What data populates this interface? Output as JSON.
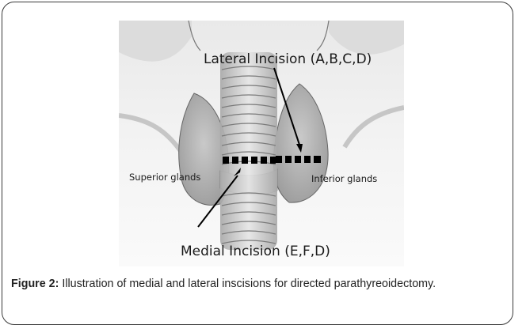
{
  "figure": {
    "labels": {
      "lateral_incision": "Lateral Incision (A,B,C,D)",
      "medial_incision": "Medial Incision (E,F,D)",
      "superior_glands": "Superior glands",
      "inferior_glands": "Inferior glands"
    }
  },
  "caption": {
    "label": "Figure 2:",
    "text": " Illustration of medial and lateral inscisions for directed parathyreoidectomy."
  }
}
